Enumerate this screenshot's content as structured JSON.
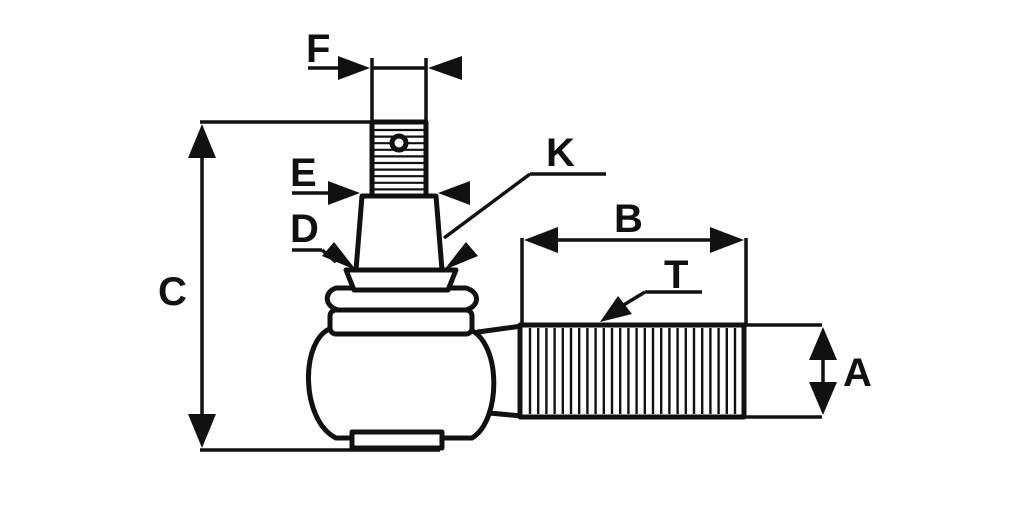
{
  "labels": {
    "a": "A",
    "b": "B",
    "c": "C",
    "d": "D",
    "e": "E",
    "f": "F",
    "k": "K",
    "t": "T"
  },
  "colors": {
    "ink": "#111111",
    "background": "#ffffff"
  }
}
